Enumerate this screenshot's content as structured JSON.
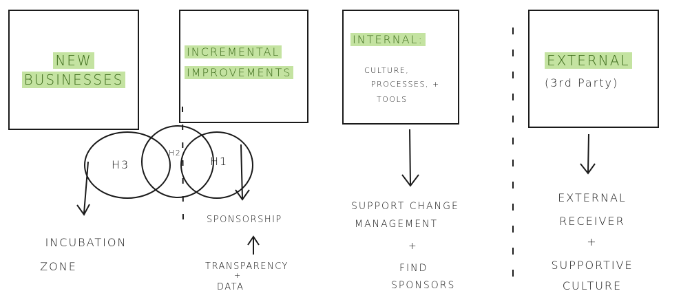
{
  "colors": {
    "highlight": "#c4e3a1",
    "highlight_text": "#3c6a1a",
    "ink": "#1a1a1a"
  },
  "boxes": [
    {
      "lines": [
        "New",
        "Businesses"
      ]
    },
    {
      "lines": [
        "Incremental",
        "Improvements"
      ]
    },
    {
      "title": "Internal:",
      "lines": [
        "Culture,",
        "Processes, +",
        "Tools"
      ]
    },
    {
      "title": "External",
      "subtitle": "(3rd Party)"
    }
  ],
  "horizons": [
    "H3",
    "H2",
    "H1"
  ],
  "outcomes": {
    "incubation": [
      "Incubation",
      "Zone"
    ],
    "sponsorship": "Sponsorship",
    "transparency": [
      "Transparency",
      "+",
      "Data"
    ],
    "change": [
      "Support Change",
      "Management",
      "+",
      "Find",
      "Sponsors"
    ],
    "external": [
      "External",
      "Receiver",
      "+",
      "Supportive",
      "Culture"
    ]
  }
}
